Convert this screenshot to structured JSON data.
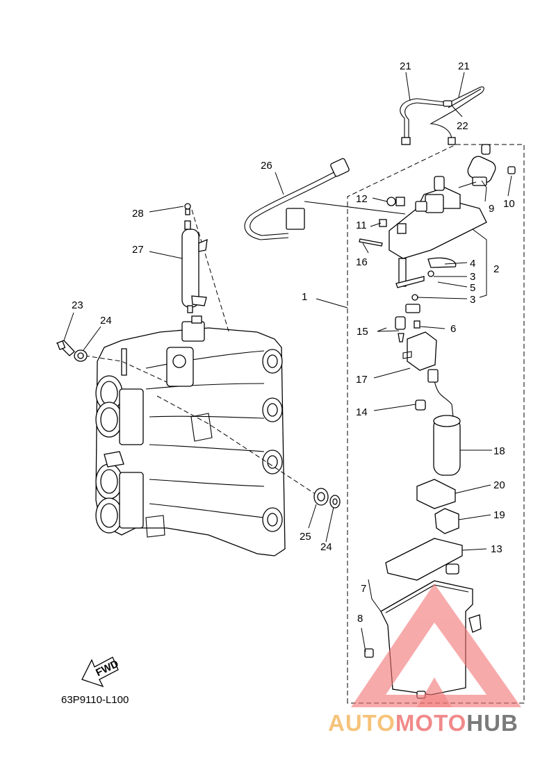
{
  "diagram": {
    "code": "63P9110-L100",
    "direction_label": "FWD",
    "callouts": [
      "1",
      "2",
      "3",
      "3",
      "4",
      "5",
      "6",
      "7",
      "8",
      "9",
      "10",
      "11",
      "12",
      "13",
      "14",
      "15",
      "16",
      "17",
      "18",
      "19",
      "20",
      "21",
      "21",
      "22",
      "23",
      "24",
      "24",
      "25",
      "26",
      "27",
      "28"
    ]
  },
  "watermark": {
    "part1": "AUTO",
    "part2": "MOTO",
    "part3": "HUB",
    "colors": {
      "auto": "#f6c37a",
      "moto": "#f08a8a",
      "hub": "#7a7a7a",
      "triangle": "#f27272"
    }
  }
}
